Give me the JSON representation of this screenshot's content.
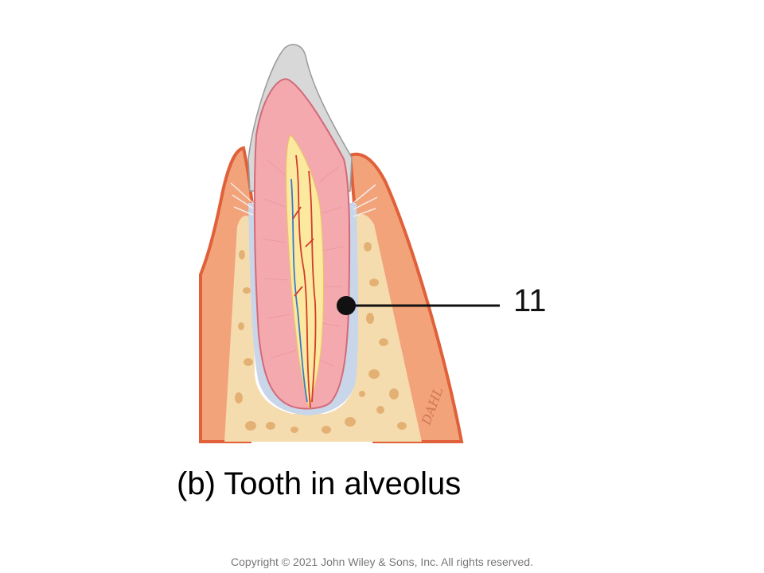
{
  "figure": {
    "label_number": "11",
    "caption": "(b) Tooth in alveolus",
    "copyright": "Copyright © 2021 John Wiley & Sons, Inc. All rights reserved."
  },
  "colors": {
    "gum": "#f2a37a",
    "gum_edge": "#e0603a",
    "bone": "#f5dcae",
    "bone_spot": "#e2aa6a",
    "enamel": "#d8d8d8",
    "dentin": "#f4a9ae",
    "pulp": "#fbe9a0",
    "artery": "#d43a2c",
    "vein": "#3a7ac8",
    "ligament": "#c9d6ea",
    "pointer": "#111111"
  }
}
